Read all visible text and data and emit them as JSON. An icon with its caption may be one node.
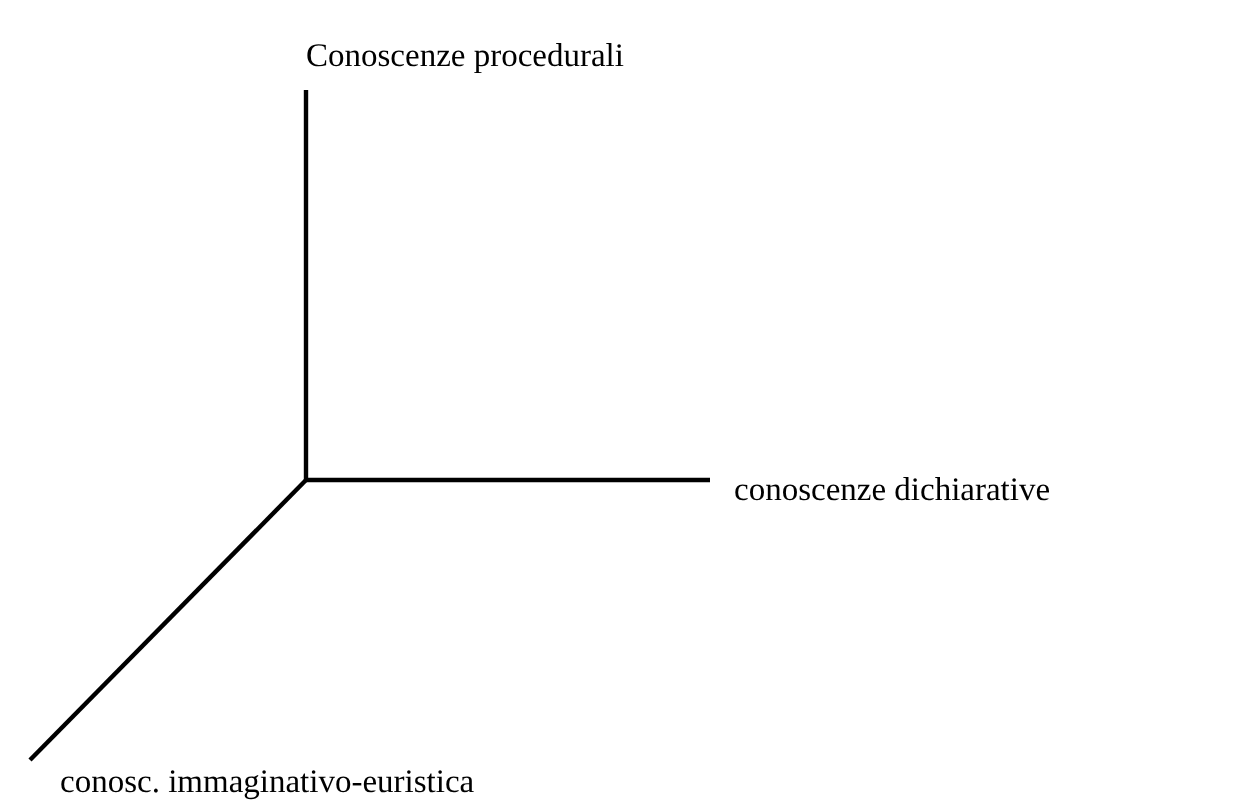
{
  "diagram": {
    "labels": [
      "Conoscenze procedurali",
      "conoscenze dichiarative",
      "conosc. immaginativo-euristica"
    ]
  }
}
